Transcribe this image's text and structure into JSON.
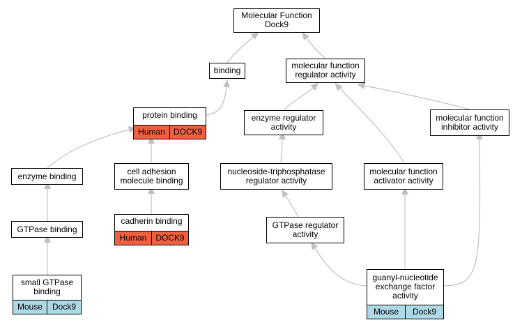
{
  "nodes": {
    "molecular_function_dock9": {
      "label": "Molecular Function\nDock9"
    },
    "binding": {
      "label": "binding"
    },
    "molecular_function_regulator_activity": {
      "label": "molecular function\nregulator activity"
    },
    "protein_binding": {
      "label": "protein binding",
      "annotation": {
        "species": "Human",
        "gene": "DOCK9",
        "color": "#f06040"
      }
    },
    "enzyme_regulator_activity": {
      "label": "enzyme regulator\nactivity"
    },
    "molecular_function_inhibitor_activity": {
      "label": "molecular function\ninhibitor activity"
    },
    "enzyme_binding": {
      "label": "enzyme binding"
    },
    "cell_adhesion_molecule_binding": {
      "label": "cell adhesion\nmolecule binding"
    },
    "nucleoside_triphosphatase_regulator_activity": {
      "label": "nucleoside-triphosphatase\nregulator activity"
    },
    "molecular_function_activator_activity": {
      "label": "molecular function\nactivator activity"
    },
    "gtpase_binding": {
      "label": "GTPase binding"
    },
    "cadherin_binding": {
      "label": "cadherin binding",
      "annotation": {
        "species": "Human",
        "gene": "DOCK9",
        "color": "#f06040"
      }
    },
    "gtpase_regulator_activity": {
      "label": "GTPase regulator\nactivity"
    },
    "small_gtpase_binding": {
      "label": "small GTPase\nbinding",
      "annotation": {
        "species": "Mouse",
        "gene": "Dock9",
        "color": "#add8e6"
      }
    },
    "guanyl_nucleotide_exchange_factor_activity": {
      "label": "guanyl-nucleotide\nexchange factor\nactivity",
      "annotation": {
        "species": "Mouse",
        "gene": "Dock9",
        "color": "#add8e6"
      }
    }
  },
  "edges": [
    {
      "from": "binding",
      "to": "molecular_function_dock9"
    },
    {
      "from": "molecular_function_regulator_activity",
      "to": "molecular_function_dock9"
    },
    {
      "from": "protein_binding",
      "to": "binding"
    },
    {
      "from": "enzyme_regulator_activity",
      "to": "molecular_function_regulator_activity"
    },
    {
      "from": "molecular_function_activator_activity",
      "to": "molecular_function_regulator_activity"
    },
    {
      "from": "molecular_function_inhibitor_activity",
      "to": "molecular_function_regulator_activity"
    },
    {
      "from": "enzyme_binding",
      "to": "protein_binding"
    },
    {
      "from": "cell_adhesion_molecule_binding",
      "to": "protein_binding"
    },
    {
      "from": "nucleoside_triphosphatase_regulator_activity",
      "to": "enzyme_regulator_activity"
    },
    {
      "from": "gtpase_binding",
      "to": "enzyme_binding"
    },
    {
      "from": "cadherin_binding",
      "to": "cell_adhesion_molecule_binding"
    },
    {
      "from": "gtpase_regulator_activity",
      "to": "nucleoside_triphosphatase_regulator_activity"
    },
    {
      "from": "small_gtpase_binding",
      "to": "gtpase_binding"
    },
    {
      "from": "guanyl_nucleotide_exchange_factor_activity",
      "to": "gtpase_regulator_activity"
    },
    {
      "from": "guanyl_nucleotide_exchange_factor_activity",
      "to": "molecular_function_activator_activity"
    },
    {
      "from": "guanyl_nucleotide_exchange_factor_activity",
      "to": "molecular_function_inhibitor_activity"
    }
  ],
  "colors": {
    "edge": "#c0c0c0",
    "human_tag": "#f06040",
    "mouse_tag": "#add8e6"
  }
}
